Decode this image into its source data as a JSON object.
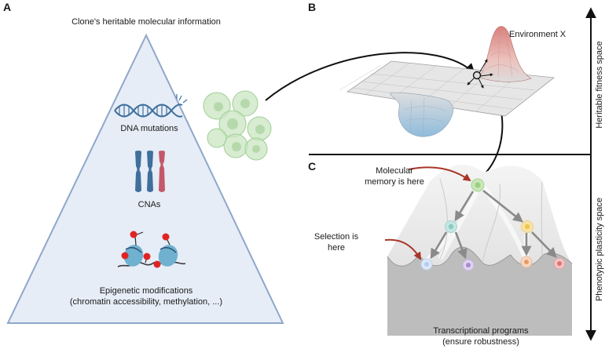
{
  "panels": {
    "a": {
      "letter": "A",
      "title": "Clone's heritable molecular information",
      "items": {
        "dna": "DNA mutations",
        "cna": "CNAs",
        "epi_line1": "Epigenetic modifications",
        "epi_line2": "(chromatin accessibility, methylation, ...)"
      }
    },
    "b": {
      "letter": "B",
      "environment": "Environment X"
    },
    "c": {
      "letter": "C",
      "memory_line1": "Molecular",
      "memory_line2": "memory is here",
      "selection_line1": "Selection is",
      "selection_line2": "here",
      "bottom_line1": "Transcriptional programs",
      "bottom_line2": "(ensure robustness)"
    }
  },
  "axes": {
    "heritable": "Heritable fitness space",
    "plasticity": "Phenotypic plasticity space"
  },
  "colors": {
    "triangle_fill": "#e6edf7",
    "triangle_stroke": "#8fa7c9",
    "dna_blue": "#3f6f9c",
    "cna_red": "#c4586a",
    "nucleosome": "#6fb1cf",
    "methyl_red": "#e02424",
    "cell_green": "#b5dcae",
    "arrow_red": "#a93528",
    "landscape_red": "#d98b86",
    "landscape_blue": "#9cc2de"
  }
}
